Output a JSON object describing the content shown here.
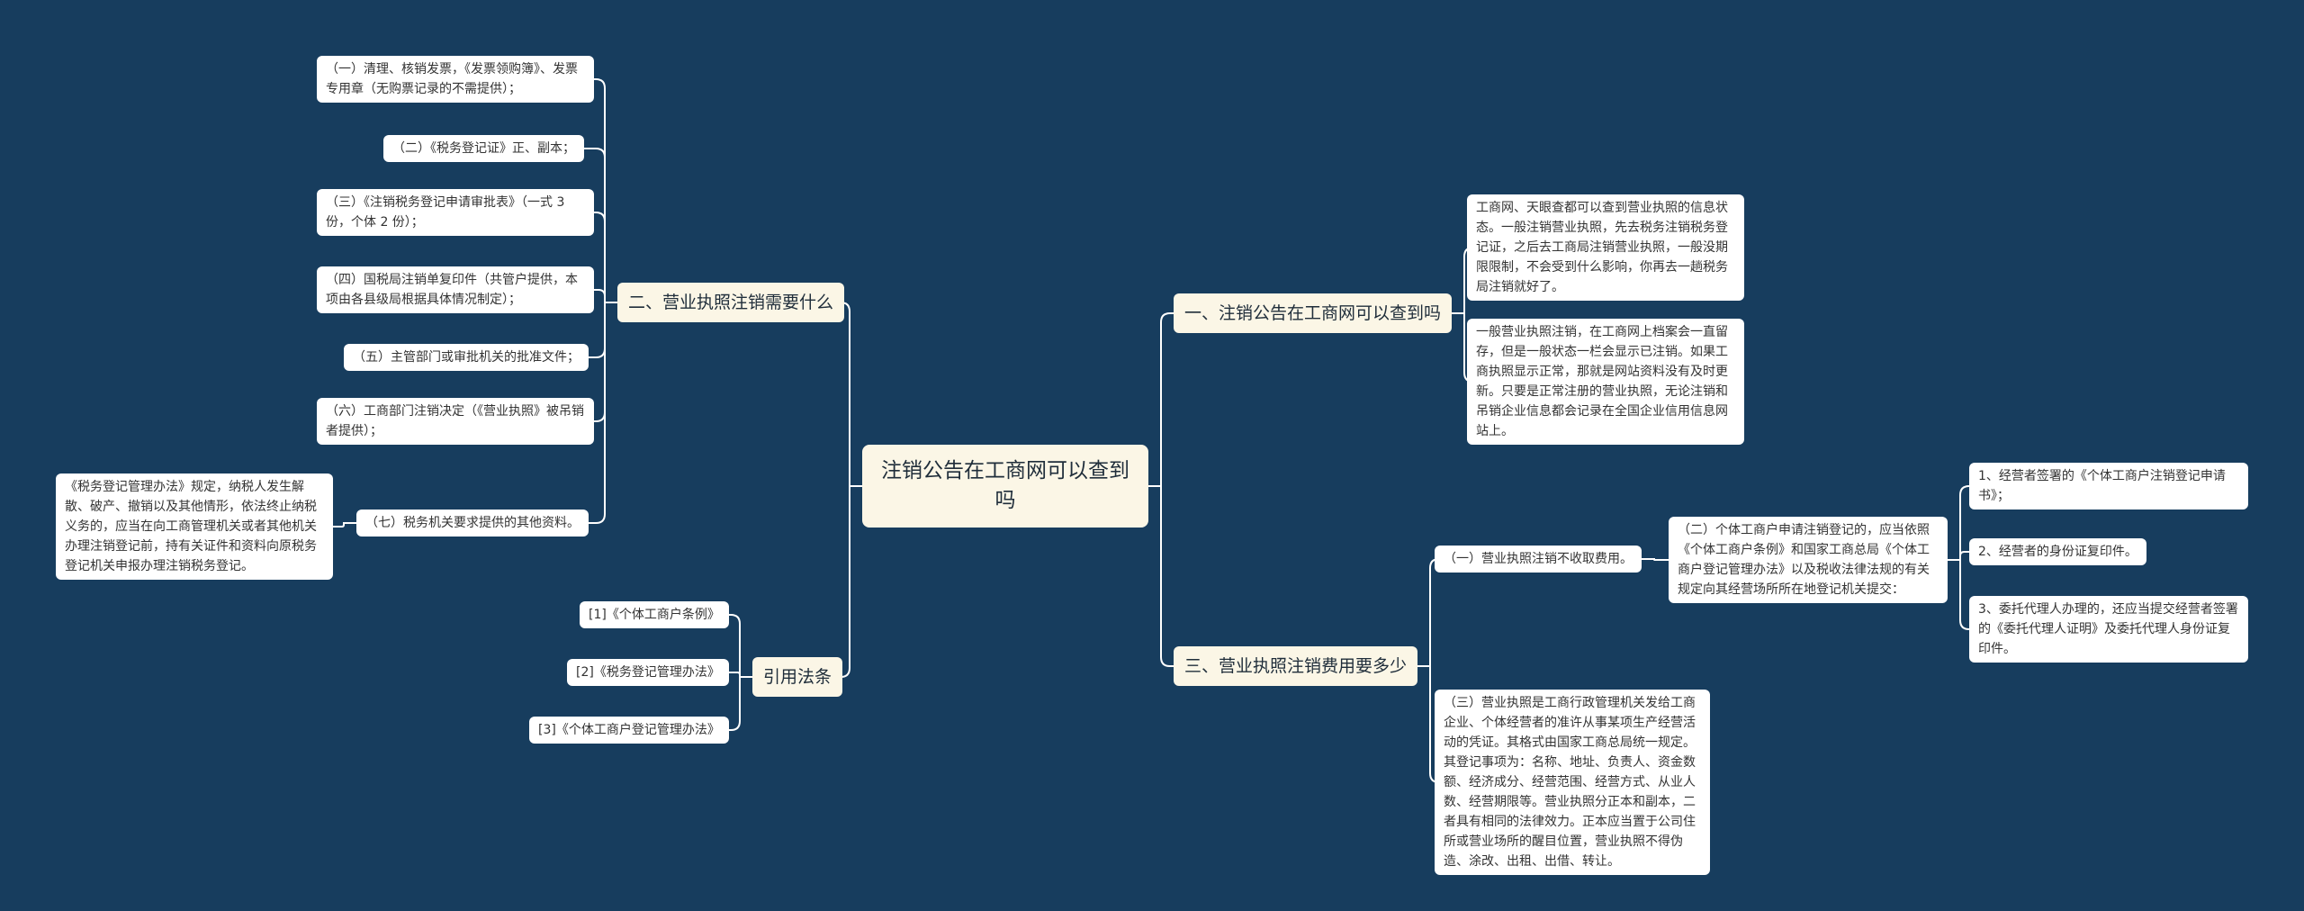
{
  "root": {
    "label": "注销公告在工商网可以查到吗"
  },
  "branches": {
    "b1": {
      "label": "一、注销公告在工商网可以查到吗"
    },
    "b2": {
      "label": "二、营业执照注销需要什么"
    },
    "b3": {
      "label": "三、营业执照注销费用要多少"
    },
    "b4": {
      "label": "引用法条"
    }
  },
  "b1_items": [
    "工商网、天眼查都可以查到营业执照的信息状态。一般注销营业执照，先去税务注销税务登记证，之后去工商局注销营业执照，一般没期限限制，不会受到什么影响，你再去一趟税务局注销就好了。",
    "一般营业执照注销，在工商网上档案会一直留存，但是一般状态一栏会显示已注销。如果工商执照显示正常，那就是网站资料没有及时更新。只要是正常注册的营业执照，无论注销和吊销企业信息都会记录在全国企业信用信息网站上。"
  ],
  "b2_items": [
    "（一）清理、核销发票，《发票领购簿》、发票专用章（无购票记录的不需提供）；",
    "（二）《税务登记证》正、副本；",
    "（三）《注销税务登记申请审批表》（一式 3 份，个体 2 份）；",
    "（四）国税局注销单复印件（共管户提供，本项由各县级局根据具体情况制定）；",
    "（五）主管部门或审批机关的批准文件；",
    "（六）工商部门注销决定（《营业执照》被吊销者提供）；",
    "（七）税务机关要求提供的其他资料。"
  ],
  "b2_note": "《税务登记管理办法》规定，纳税人发生解散、破产、撤销以及其他情形，依法终止纳税义务的，应当在向工商管理机关或者其他机关办理注销登记前，持有关证件和资料向原税务登记机关申报办理注销税务登记。",
  "b3_items": {
    "fee": "（一）营业执照注销不收取费用。",
    "apply": "（二）个体工商户申请注销登记的，应当依照《个体工商户条例》和国家工商总局《个体工商户登记管理办法》以及税收法律法规的有关规定向其经营场所所在地登记机关提交：",
    "apply_sub": [
      "1、经营者签署的《个体工商户注销登记申请书》；",
      "2、经营者的身份证复印件。",
      "3、委托代理人办理的，还应当提交经营者签署的《委托代理人证明》及委托代理人身份证复印件。"
    ],
    "license": "（三）营业执照是工商行政管理机关发给工商企业、个体经营者的准许从事某项生产经营活动的凭证。其格式由国家工商总局统一规定。其登记事项为：名称、地址、负责人、资金数额、经济成分、经营范围、经营方式、从业人数、经营期限等。营业执照分正本和副本，二者具有相同的法律效力。正本应当置于公司住所或营业场所的醒目位置，营业执照不得伪造、涂改、出租、出借、转让。"
  },
  "b4_items": [
    "[1]《个体工商户条例》",
    "[2]《税务登记管理办法》",
    "[3]《个体工商户登记管理办法》"
  ],
  "colors": {
    "background": "#173d5e",
    "node": "#ffffff",
    "root_node": "#fbf6e6",
    "line": "#ffffff"
  }
}
